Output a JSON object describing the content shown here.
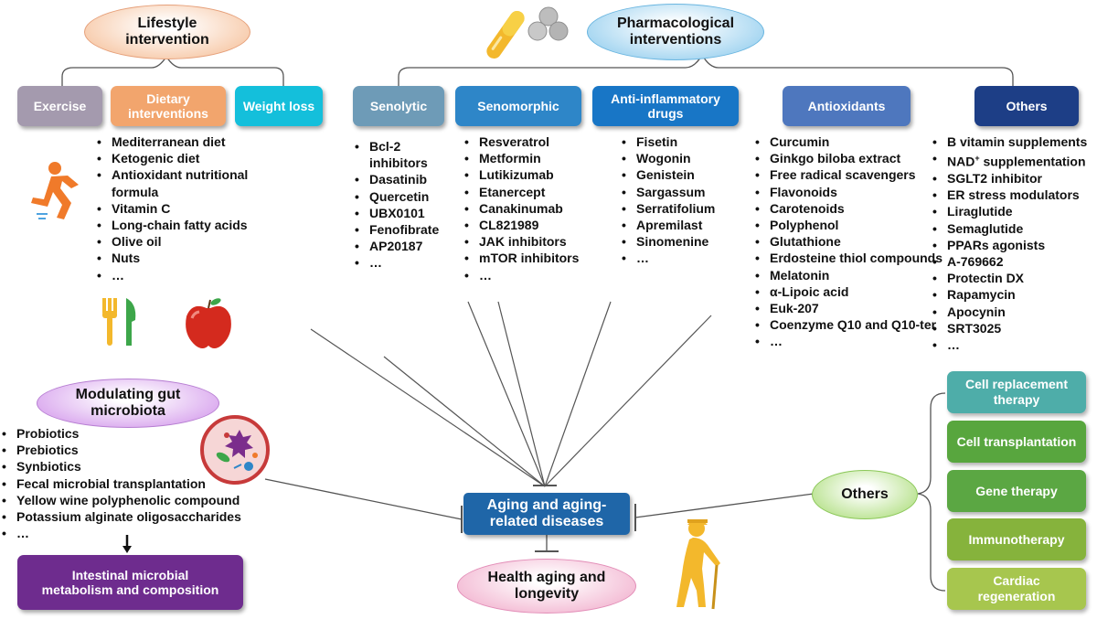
{
  "headers": {
    "lifestyle": "Lifestyle intervention",
    "pharmacological": "Pharmacological interventions",
    "gut": "Modulating gut microbiota",
    "center": "Aging and aging-related diseases",
    "health": "Health aging and longevity",
    "others_right": "Others",
    "microbial_box": "Intestinal microbial metabolism and composition"
  },
  "lifestyle_boxes": [
    {
      "label": "Exercise",
      "color": "#A49AAE"
    },
    {
      "label": "Dietary interventions",
      "color": "#F2A56D"
    },
    {
      "label": "Weight loss",
      "color": "#14BFDB"
    }
  ],
  "pharma_boxes": [
    {
      "label": "Senolytic",
      "color": "#6E9BB7"
    },
    {
      "label": "Senomorphic",
      "color": "#2E86C8"
    },
    {
      "label": "Anti-inflammatory drugs",
      "color": "#1876C6"
    },
    {
      "label": "Antioxidants",
      "color": "#4E77BE"
    },
    {
      "label": "Others",
      "color": "#1D3E86"
    }
  ],
  "lists": {
    "dietary": [
      "Mediterranean diet",
      "Ketogenic diet",
      "Antioxidant nutritional formula",
      "Vitamin C",
      "Long-chain fatty acids",
      "Olive oil",
      "Nuts",
      "…"
    ],
    "senolytic": [
      "Bcl-2 inhibitors",
      "Dasatinib",
      "Quercetin",
      "UBX0101",
      "Fenofibrate",
      "AP20187",
      "…"
    ],
    "senomorphic": [
      "Resveratrol",
      "Metformin",
      "Lutikizumab",
      "Etanercept",
      "Canakinumab",
      "CL821989",
      "JAK inhibitors",
      "mTOR inhibitors",
      "…"
    ],
    "antiinflammatory": [
      "Fisetin",
      "Wogonin",
      "Genistein",
      "Sargassum",
      "Serratifolium",
      "Apremilast",
      "Sinomenine",
      "…"
    ],
    "antioxidants": [
      "Curcumin",
      "Ginkgo biloba extract",
      "Free radical scavengers",
      "Flavonoids",
      "Carotenoids",
      "Polyphenol",
      "Glutathione",
      "Erdosteine thiol compounds",
      "Melatonin",
      "α-Lipoic acid",
      "Euk-207",
      "Coenzyme Q10 and Q10-ter",
      "…"
    ],
    "others_pre": [
      "B vitamin supplements"
    ],
    "nad": {
      "pre": "NAD",
      "sup": "+",
      "post": " supplementation"
    },
    "others_post": [
      "SGLT2 inhibitor",
      "ER stress modulators",
      "Liraglutide",
      "Semaglutide",
      "PPARs agonists",
      "A-769662",
      "Protectin DX",
      "Rapamycin",
      "Apocynin",
      "SRT3025",
      "…"
    ],
    "gut": [
      "Probiotics",
      "Prebiotics",
      "Synbiotics",
      "Fecal microbial transplantation",
      "Yellow wine polyphenolic compound",
      "Potassium alginate oligosaccharides",
      "…"
    ]
  },
  "other_therapies": [
    {
      "label": "Cell replacement therapy",
      "color": "#4EADA9"
    },
    {
      "label": "Cell transplantation",
      "color": "#58A63E"
    },
    {
      "label": "Gene therapy",
      "color": "#5BA743"
    },
    {
      "label": "Immunotherapy",
      "color": "#86B33C"
    },
    {
      "label": "Cardiac regeneration",
      "color": "#A7C64E"
    }
  ],
  "icons": [
    "pill-icon",
    "tablets-icon",
    "runner-icon",
    "fork-knife-icon",
    "apple-icon",
    "microbiota-dish-icon",
    "elderly-person-icon",
    "down-arrow-icon"
  ]
}
